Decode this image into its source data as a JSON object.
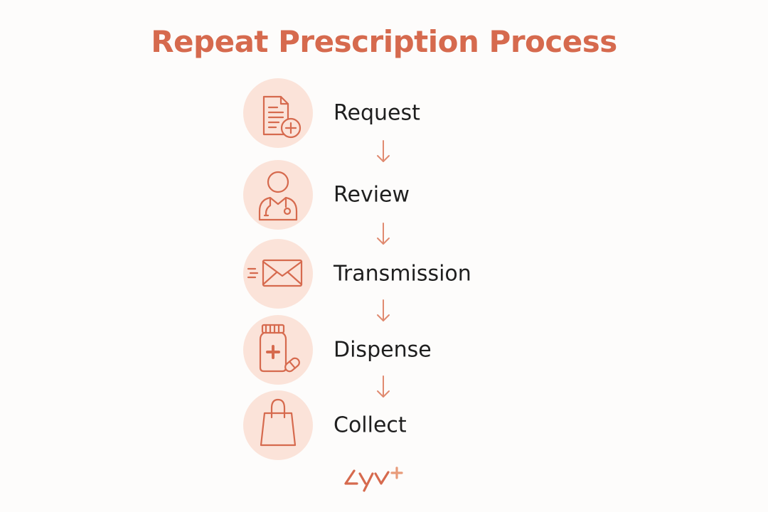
{
  "title": "Repeat Prescription Process",
  "steps": [
    {
      "label": "Request",
      "icon": "document-plus-icon"
    },
    {
      "label": "Review",
      "icon": "doctor-stethoscope-icon"
    },
    {
      "label": "Transmission",
      "icon": "envelope-icon"
    },
    {
      "label": "Dispense",
      "icon": "medicine-bottle-icon"
    },
    {
      "label": "Collect",
      "icon": "shopping-bag-icon"
    }
  ],
  "logo": {
    "text": "Lyv+",
    "icon": "brand-logo"
  },
  "colors": {
    "accent": "#d66a4e",
    "icon_bg": "#fbe3d9",
    "text": "#1f1f1f",
    "background": "#fdfcfb"
  }
}
